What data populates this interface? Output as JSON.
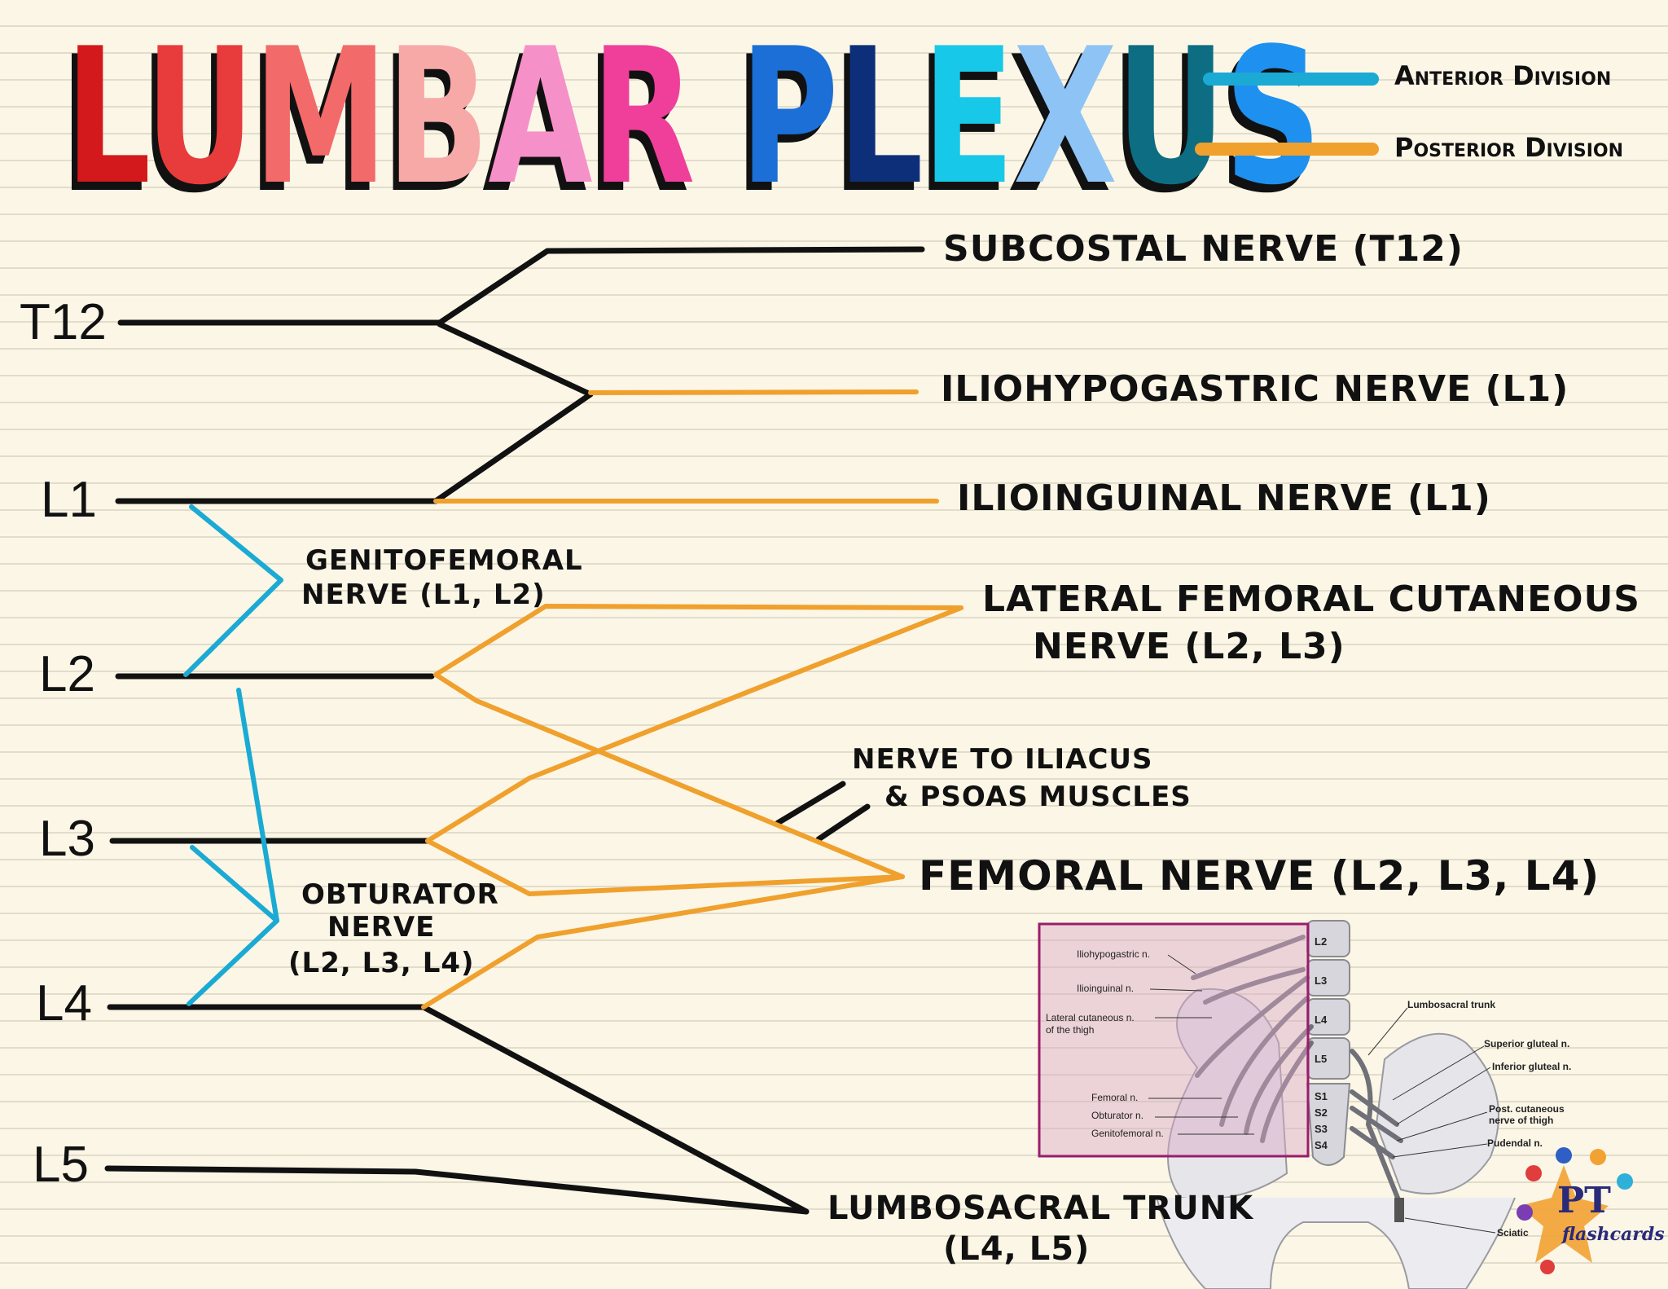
{
  "title": {
    "letters": [
      {
        "ch": "L",
        "color": "#d3191c"
      },
      {
        "ch": "U",
        "color": "#e83b3b"
      },
      {
        "ch": "M",
        "color": "#f26a6a"
      },
      {
        "ch": "B",
        "color": "#f7a9a8"
      },
      {
        "ch": "A",
        "color": "#f690c8"
      },
      {
        "ch": "R",
        "color": "#ef3f9a"
      },
      {
        "ch": " ",
        "color": "#000000"
      },
      {
        "ch": "P",
        "color": "#1b6fd6"
      },
      {
        "ch": "L",
        "color": "#0d2f7a"
      },
      {
        "ch": "E",
        "color": "#17c8e8"
      },
      {
        "ch": "X",
        "color": "#8ec3f5"
      },
      {
        "ch": "U",
        "color": "#0d6d83"
      },
      {
        "ch": "S",
        "color": "#1e90ef"
      }
    ]
  },
  "legend": {
    "anterior": {
      "label": "Anterior Division",
      "color": "#1aaad4"
    },
    "posterior": {
      "label": "Posterior Division",
      "color": "#f0a02c"
    }
  },
  "levels": {
    "t12": "T12",
    "l1": "L1",
    "l2": "L2",
    "l3": "L3",
    "l4": "L4",
    "l5": "L5"
  },
  "nerves": {
    "subcostal": "SUBCOSTAL NERVE (T12)",
    "iliohypogastric": "ILIOHYPOGASTRIC NERVE (L1)",
    "ilioinguinal": "ILIOINGUINAL NERVE (L1)",
    "genitofemoral_1": "GENITOFEMORAL",
    "genitofemoral_2": "NERVE (L1, L2)",
    "lat_fem_1": "LATERAL FEMORAL CUTANEOUS",
    "lat_fem_2": "NERVE (L2, L3)",
    "iliacus_1": "NERVE TO ILIACUS",
    "iliacus_2": "& PSOAS MUSCLES",
    "femoral": "FEMORAL NERVE (L2, L3, L4)",
    "obturator_1": "OBTURATOR",
    "obturator_2": "NERVE",
    "obturator_3": "(L2, L3, L4)",
    "lumbosacral_1": "LUMBOSACRAL TRUNK",
    "lumbosacral_2": "(L4, L5)"
  },
  "anatomy": {
    "labels": {
      "iliohypogastric": "Iliohypogastric n.",
      "ilioinguinal": "Ilioinguinal n.",
      "lat_cut_1": "Lateral cutaneous n.",
      "lat_cut_2": "of the thigh",
      "femoral": "Femoral n.",
      "obturator": "Obturator n.",
      "genitofemoral": "Genitofemoral n.",
      "lumbosacral": "Lumbosacral trunk",
      "sup_gluteal": "Superior gluteal n.",
      "inf_gluteal": "Inferior gluteal n.",
      "post_cut_1": "Post. cutaneous",
      "post_cut_2": "nerve of thigh",
      "pudendal": "Pudendal n.",
      "sciatic": "Sciatic"
    },
    "vertebrae": [
      "L2",
      "L3",
      "L4",
      "L5",
      "S1",
      "S2",
      "S3",
      "S4"
    ]
  },
  "logo": {
    "pt": "PT",
    "flashcards": "flashcards"
  }
}
